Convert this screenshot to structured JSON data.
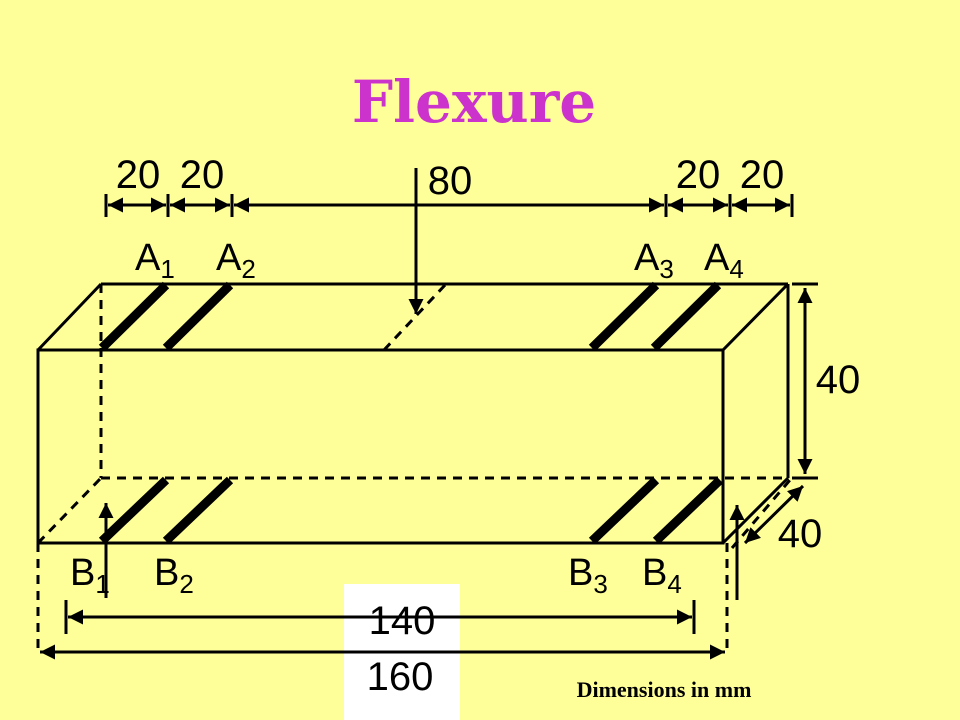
{
  "title": "Flexure",
  "dimensions": {
    "spacing_1": "20",
    "spacing_2": "20",
    "center": "80",
    "spacing_3": "20",
    "spacing_4": "20",
    "height": "40",
    "depth": "40",
    "support_span": "140",
    "length": "160"
  },
  "labels": {
    "a1": {
      "main": "A",
      "sub": "1"
    },
    "a2": {
      "main": "A",
      "sub": "2"
    },
    "a3": {
      "main": "A",
      "sub": "3"
    },
    "a4": {
      "main": "A",
      "sub": "4"
    },
    "b1": {
      "main": "B",
      "sub": "1"
    },
    "b2": {
      "main": "B",
      "sub": "2"
    },
    "b3": {
      "main": "B",
      "sub": "3"
    },
    "b4": {
      "main": "B",
      "sub": "4"
    }
  },
  "note": "Dimensions in mm",
  "colors": {
    "background": "#FFFF99",
    "title": "#CC33CC",
    "line": "#000000",
    "label_box": "#FFFFFF"
  }
}
